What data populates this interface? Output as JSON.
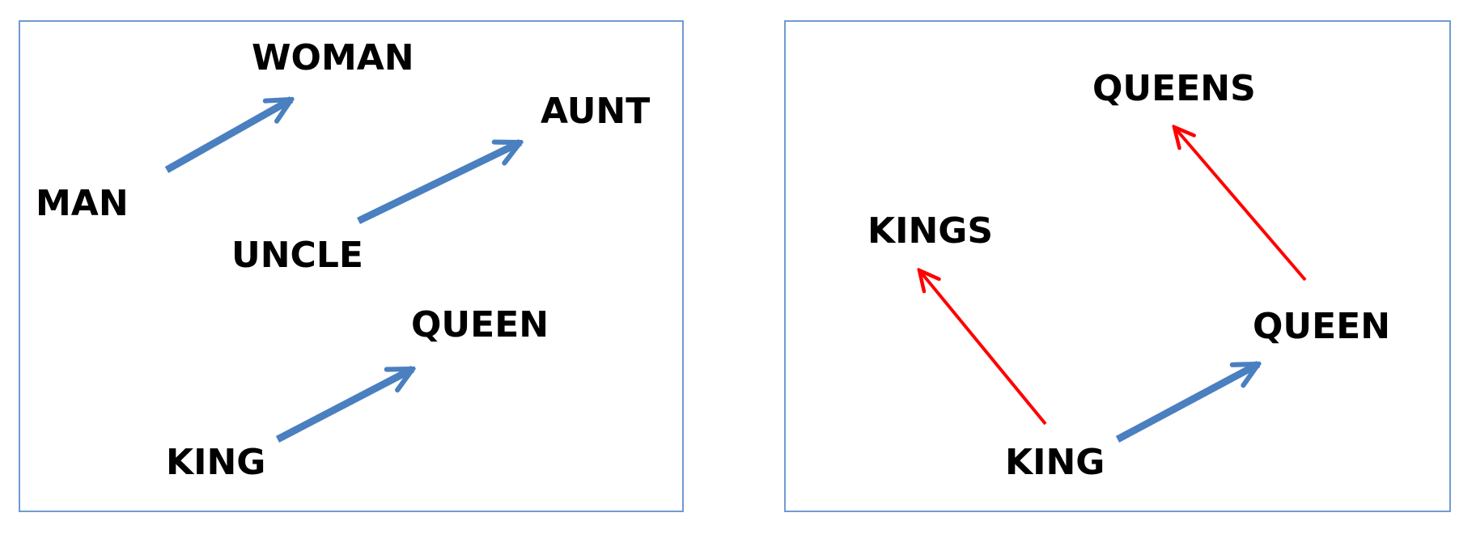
{
  "colors": {
    "panel_border": "#6f9bd1",
    "arrow_blue": "#4a7fc0",
    "arrow_red": "#ff0000",
    "text": "#000000"
  },
  "left_panel": {
    "words": {
      "man": "MAN",
      "woman": "WOMAN",
      "uncle": "UNCLE",
      "aunt": "AUNT",
      "king": "KING",
      "queen": "QUEEN"
    }
  },
  "right_panel": {
    "words": {
      "queens": "QUEENS",
      "kings": "KINGS",
      "queen": "QUEEN",
      "king": "KING"
    }
  }
}
